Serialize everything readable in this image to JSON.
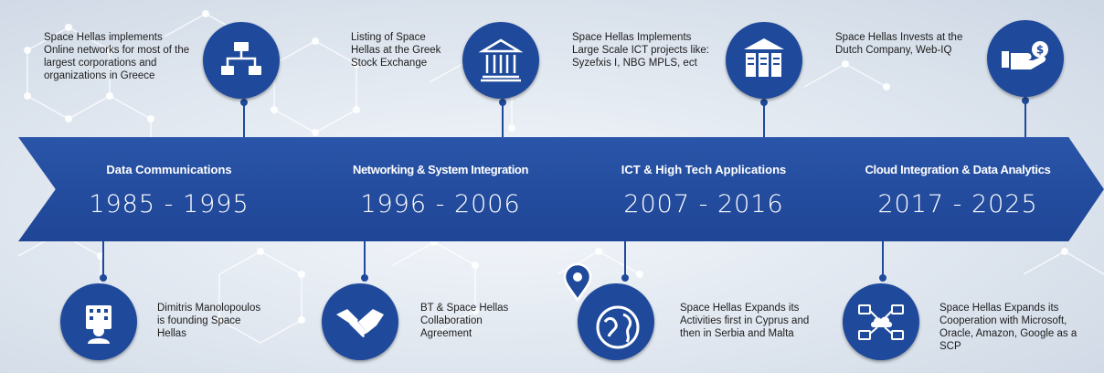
{
  "phases": [
    {
      "title": "Data Communications",
      "years": "1985 - 1995"
    },
    {
      "title": "Networking & System Integration",
      "years": "1996 - 2006"
    },
    {
      "title": "ICT & High Tech Applications",
      "years": "2007 - 2016"
    },
    {
      "title": "Cloud Integration & Data Analytics",
      "years": "2017 - 2025"
    }
  ],
  "milestones_top": [
    {
      "text": "Space Hellas implements Online networks for most of the largest corporations and organizations in Greece",
      "icon": "network-hierarchy-icon"
    },
    {
      "text": "Listing of Space Hellas at the Greek Stock Exchange",
      "icon": "stock-exchange-building-icon"
    },
    {
      "text": "Space Hellas Implements Large Scale ICT projects like: Syzefxis I, NBG MPLS, ect",
      "icon": "data-center-icon"
    },
    {
      "text": "Space Hellas Invests at the Dutch Company, Web-IQ",
      "icon": "investment-hand-money-icon"
    }
  ],
  "milestones_bottom": [
    {
      "text": "Dimitris Manolopoulos is founding Space Hellas",
      "icon": "founder-building-icon"
    },
    {
      "text": "BT & Space Hellas Collaboration Agreement",
      "icon": "handshake-icon"
    },
    {
      "text": "Space Hellas Expands its Activities first in Cyprus and then in Serbia and Malta",
      "icon": "globe-location-pin-icon"
    },
    {
      "text": "Space Hellas Expands its Cooperation with Microsoft, Oracle, Amazon, Google as a SCP",
      "icon": "cloud-network-icon"
    }
  ],
  "colors": {
    "primary": "#1f4a9c",
    "chevron": "#2a55a8",
    "background": "#dfe6ef"
  }
}
